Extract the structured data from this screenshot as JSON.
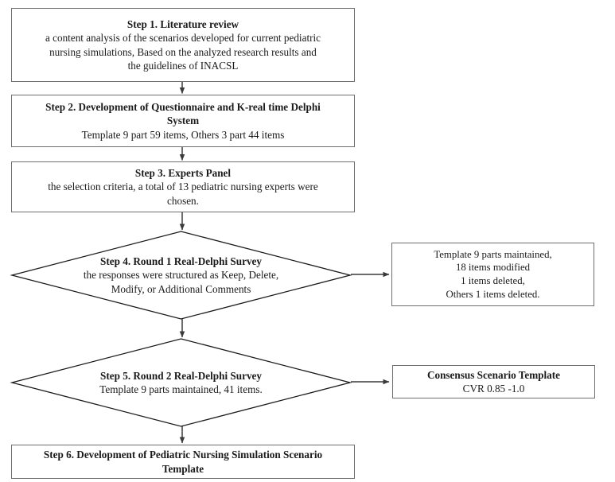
{
  "diagram": {
    "title": "Pediatric Nursing Simulation Scenario Template Development Flowchart",
    "type": "flowchart",
    "colors": {
      "border": "#6e6e6e",
      "diamond_stroke": "#1a1a1a",
      "arrow": "#3a3a3a",
      "background": "#ffffff",
      "text": "#1a1a1a"
    },
    "nodes": [
      {
        "id": "step1",
        "shape": "rectangle",
        "heading": "Step 1. Literature review",
        "lines": [
          "a content analysis of the scenarios developed for current pediatric",
          "nursing simulations, Based on the analyzed research results and",
          "the guidelines of INACSL"
        ]
      },
      {
        "id": "step2",
        "shape": "rectangle",
        "heading_lines": [
          "Step 2. Development of Questionnaire and K-real time Delphi",
          "System"
        ],
        "lines": [
          "Template 9 part 59 items, Others 3 part 44 items"
        ]
      },
      {
        "id": "step3",
        "shape": "rectangle",
        "heading": "Step 3. Experts Panel",
        "lines": [
          "the selection criteria, a total of 13 pediatric nursing experts were",
          "chosen."
        ]
      },
      {
        "id": "step4",
        "shape": "diamond",
        "heading": "Step 4. Round 1 Real-Delphi Survey",
        "lines": [
          "the responses were structured as Keep, Delete,",
          "Modify, or Additional Comments"
        ]
      },
      {
        "id": "step4_result",
        "shape": "rectangle",
        "lines": [
          "Template 9 parts maintained,",
          "18 items modified",
          "1 items deleted,",
          "Others 1 items deleted."
        ]
      },
      {
        "id": "step5",
        "shape": "diamond",
        "heading": "Step 5. Round 2 Real-Delphi Survey",
        "lines": [
          "Template 9 parts maintained, 41 items."
        ]
      },
      {
        "id": "step5_result",
        "shape": "rectangle",
        "heading": "Consensus Scenario Template",
        "lines": [
          "CVR 0.85 -1.0"
        ]
      },
      {
        "id": "step6",
        "shape": "rectangle",
        "heading_lines": [
          "Step 6. Development of Pediatric Nursing Simulation Scenario",
          "Template"
        ],
        "lines": []
      }
    ],
    "edges": [
      {
        "id": "e1",
        "from": "step1",
        "to": "step2",
        "direction": "down"
      },
      {
        "id": "e2",
        "from": "step2",
        "to": "step3",
        "direction": "down"
      },
      {
        "id": "e3",
        "from": "step3",
        "to": "step4",
        "direction": "down"
      },
      {
        "id": "e4",
        "from": "step4",
        "to": "step4_result",
        "direction": "right"
      },
      {
        "id": "e5",
        "from": "step4",
        "to": "step5",
        "direction": "down"
      },
      {
        "id": "e6",
        "from": "step5",
        "to": "step5_result",
        "direction": "right"
      },
      {
        "id": "e7",
        "from": "step5",
        "to": "step6",
        "direction": "down"
      }
    ]
  }
}
